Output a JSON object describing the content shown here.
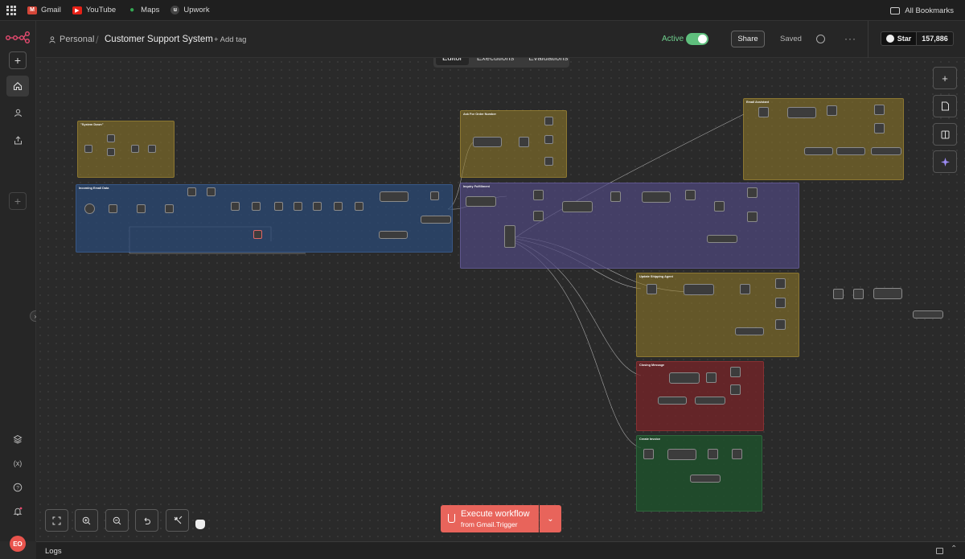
{
  "bookmarks": {
    "items": [
      {
        "label": "Gmail",
        "icon": "gmail-icon",
        "color": "#d44638"
      },
      {
        "label": "YouTube",
        "icon": "youtube-icon",
        "color": "#e62117"
      },
      {
        "label": "Maps",
        "icon": "maps-icon",
        "color": "#34a853"
      },
      {
        "label": "Upwork",
        "icon": "upwork-icon",
        "color": "#444444"
      }
    ],
    "all_label": "All Bookmarks"
  },
  "header": {
    "project": "Personal",
    "workflow_title": "Customer Support System",
    "add_tag": "+ Add tag",
    "active_label": "Active",
    "active": true,
    "share_label": "Share",
    "saved_label": "Saved",
    "github_star_label": "Star",
    "github_count": "157,886"
  },
  "tabs": [
    {
      "label": "Editor",
      "active": true
    },
    {
      "label": "Executions",
      "active": false
    },
    {
      "label": "Evaluations",
      "active": false
    }
  ],
  "groups": [
    {
      "id": "system-down",
      "title": "\"System Down\"",
      "color": "yellow"
    },
    {
      "id": "incoming-email",
      "title": "Incoming Email Data",
      "color": "blue"
    },
    {
      "id": "ask-order",
      "title": "Ask For Order Number",
      "color": "yellow"
    },
    {
      "id": "inquiry",
      "title": "Inquiry Fulfillment",
      "color": "purple"
    },
    {
      "id": "email-assistant",
      "title": "Email Assistant",
      "color": "yellow"
    },
    {
      "id": "shipping",
      "title": "Update Shipping Agent",
      "color": "yellow"
    },
    {
      "id": "closing",
      "title": "Closing Message",
      "color": "red"
    },
    {
      "id": "invoice",
      "title": "Create Invoice",
      "color": "green"
    }
  ],
  "execute": {
    "label": "Execute workflow",
    "sub_label": "from Gmail.Trigger",
    "color": "#e8645b"
  },
  "logs": {
    "label": "Logs"
  },
  "user": {
    "initials": "EO"
  },
  "colors": {
    "accent": "#e8645b",
    "active_green": "#5fbf7d"
  }
}
